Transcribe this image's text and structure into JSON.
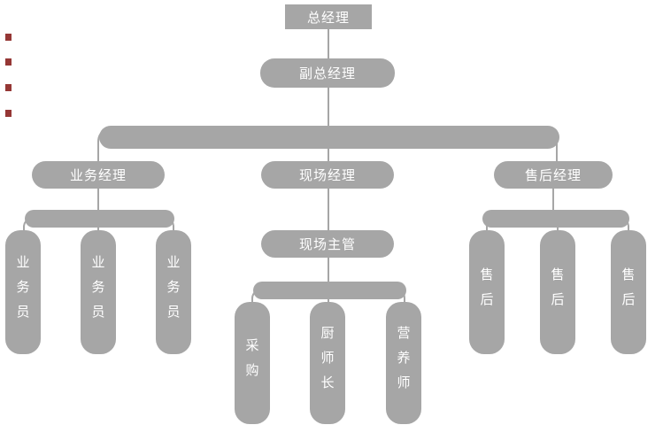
{
  "page": {
    "background": "#ffffff"
  },
  "palette": {
    "node_fill": "#a6a6a6",
    "node_text": "#ffffff",
    "connector": "#a6a6a6",
    "edge_marker": "#953735"
  },
  "org": {
    "general_manager": "总经理",
    "deputy_general_manager": "副总经理",
    "branches": {
      "business": {
        "manager": "业务经理",
        "staff": [
          "业务员",
          "业务员",
          "业务员"
        ]
      },
      "site": {
        "manager": "现场经理",
        "supervisor": "现场主管",
        "staff": [
          "采购",
          "厨师长",
          "营养师"
        ]
      },
      "aftersales": {
        "manager": "售后经理",
        "staff": [
          "售后",
          "售后",
          "售后"
        ]
      }
    }
  }
}
